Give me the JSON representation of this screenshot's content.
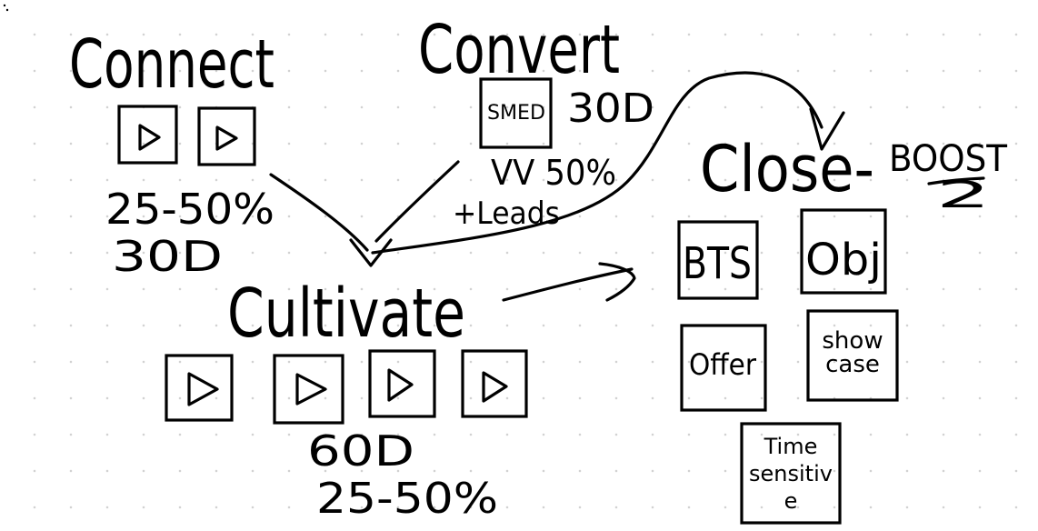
{
  "stages": {
    "connect": {
      "title": "Connect",
      "note1": "25-50%",
      "note2": "30D"
    },
    "convert": {
      "title": "Convert",
      "box_label": "SMED",
      "note_duration": "30D",
      "note_vv": "VV 50%",
      "note_leads": "+Leads"
    },
    "cultivate": {
      "title": "Cultivate",
      "note1": "60D",
      "note2": "25-50%"
    },
    "close": {
      "title": "Close-",
      "boost": "BOOST",
      "boost_number": "2"
    }
  },
  "close_boxes": [
    "BTS",
    "Obj",
    "Offer",
    "show case",
    "Time sensitive"
  ],
  "colors": {
    "ink": "#000000",
    "background": "#ffffff",
    "grid_dot": "#d2d2d2"
  }
}
